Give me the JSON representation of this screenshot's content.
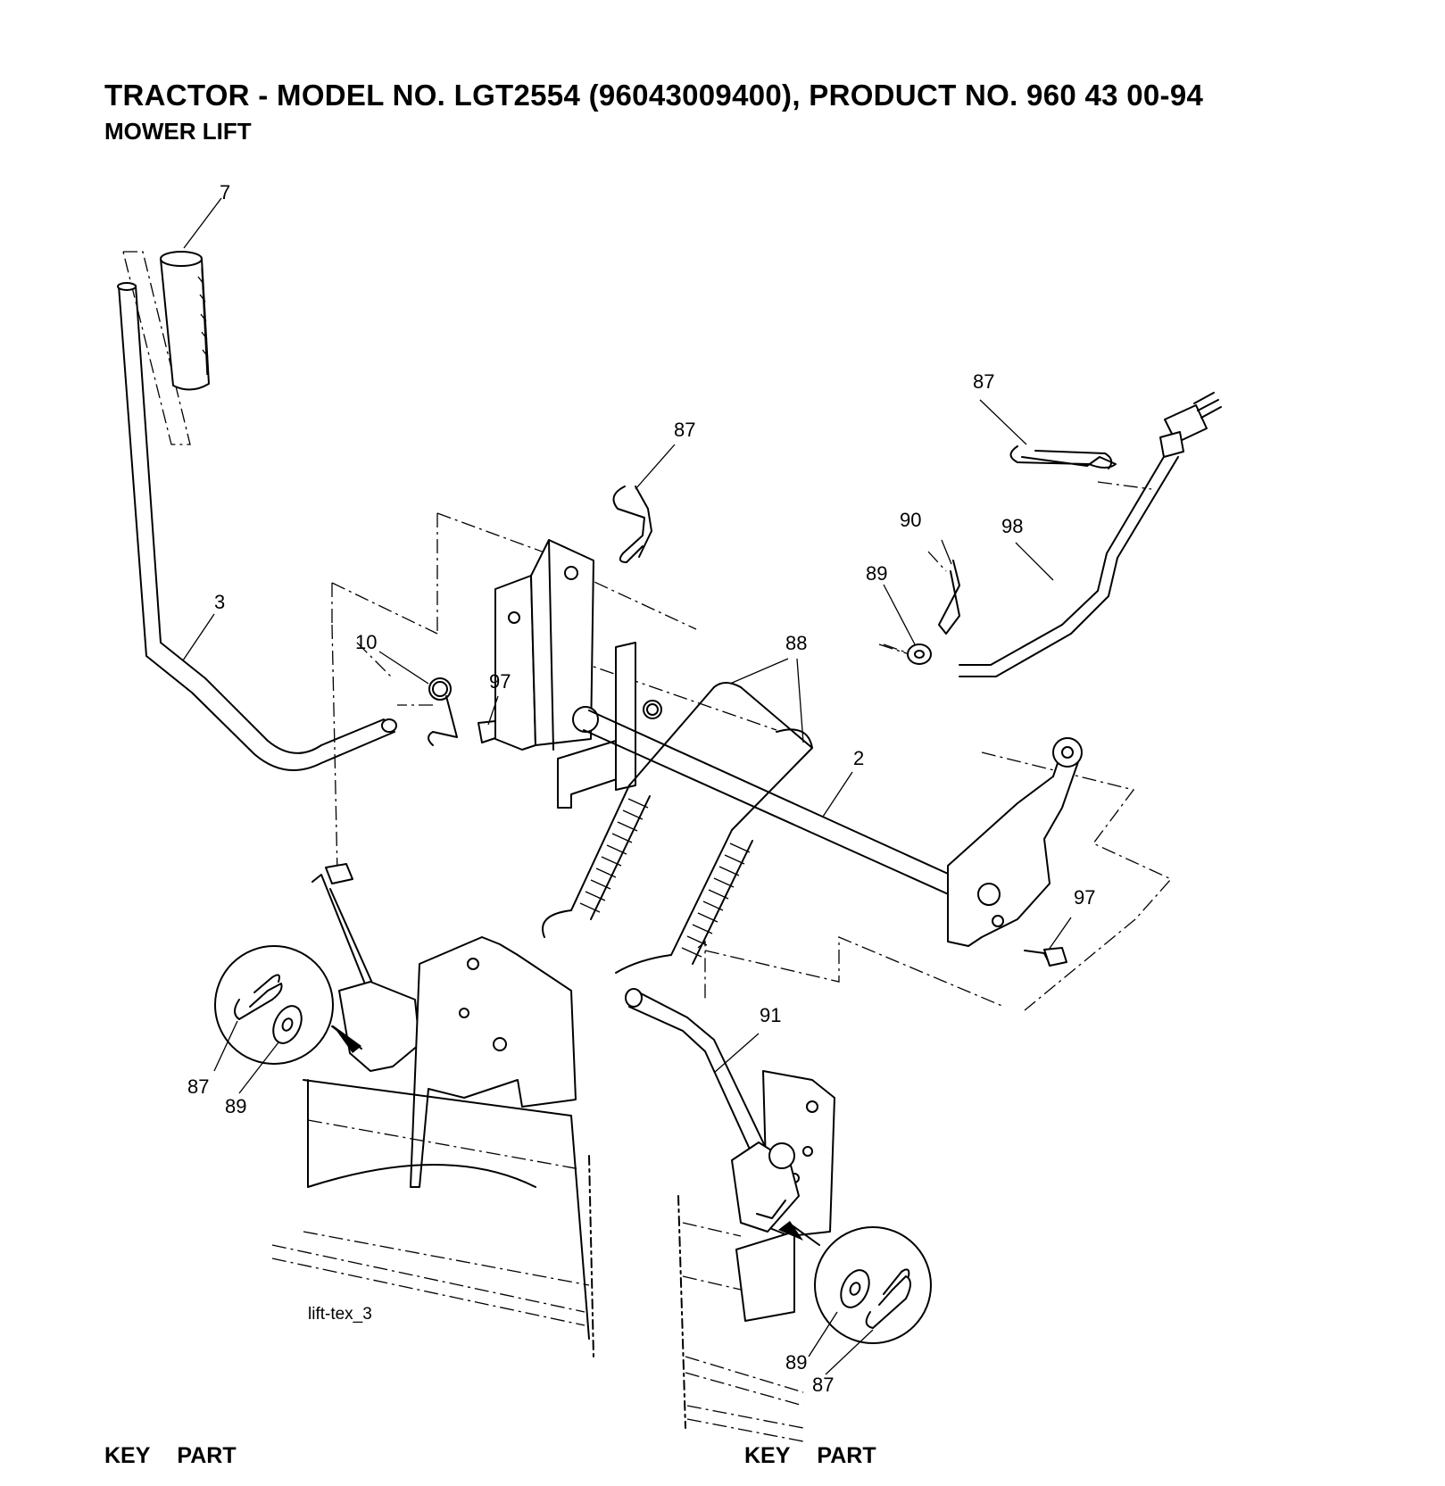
{
  "header": {
    "title": "TRACTOR - MODEL NO. LGT2554 (96043009400), PRODUCT NO. 960 43 00-94",
    "subtitle": "MOWER LIFT"
  },
  "diagram": {
    "image_code": "lift-tex_3",
    "callouts": {
      "c7": "7",
      "c3": "3",
      "c10": "10",
      "c97a": "97",
      "c87a": "87",
      "c87b": "87",
      "c90": "90",
      "c98": "98",
      "c89a": "89",
      "c88": "88",
      "c2": "2",
      "c97b": "97",
      "c91": "91",
      "c87c": "87",
      "c89b": "89",
      "c89c": "89",
      "c87d": "87"
    }
  },
  "footer": {
    "left_key": "KEY",
    "left_part": "PART",
    "right_key": "KEY",
    "right_part": "PART"
  }
}
